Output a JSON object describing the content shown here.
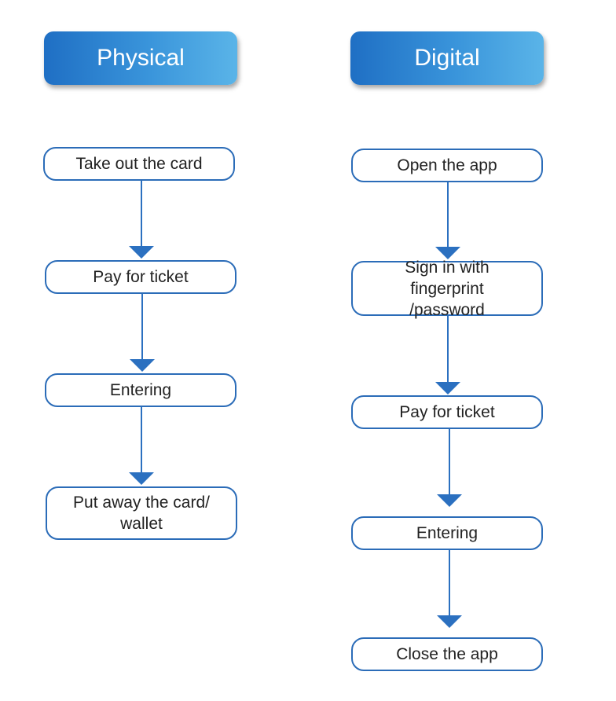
{
  "physical": {
    "title": "Physical",
    "steps": [
      "Take out the card",
      "Pay for ticket",
      "Entering",
      "Put away the card/ wallet"
    ]
  },
  "digital": {
    "title": "Digital",
    "steps": [
      "Open the app",
      "Sign in with fingerprint /password",
      "Pay for ticket",
      "Entering",
      "Close the app"
    ]
  },
  "colors": {
    "header_gradient_start": "#1f6fc4",
    "header_gradient_end": "#5ab4e8",
    "node_border": "#2b6cb8",
    "arrow": "#2b70c0"
  }
}
